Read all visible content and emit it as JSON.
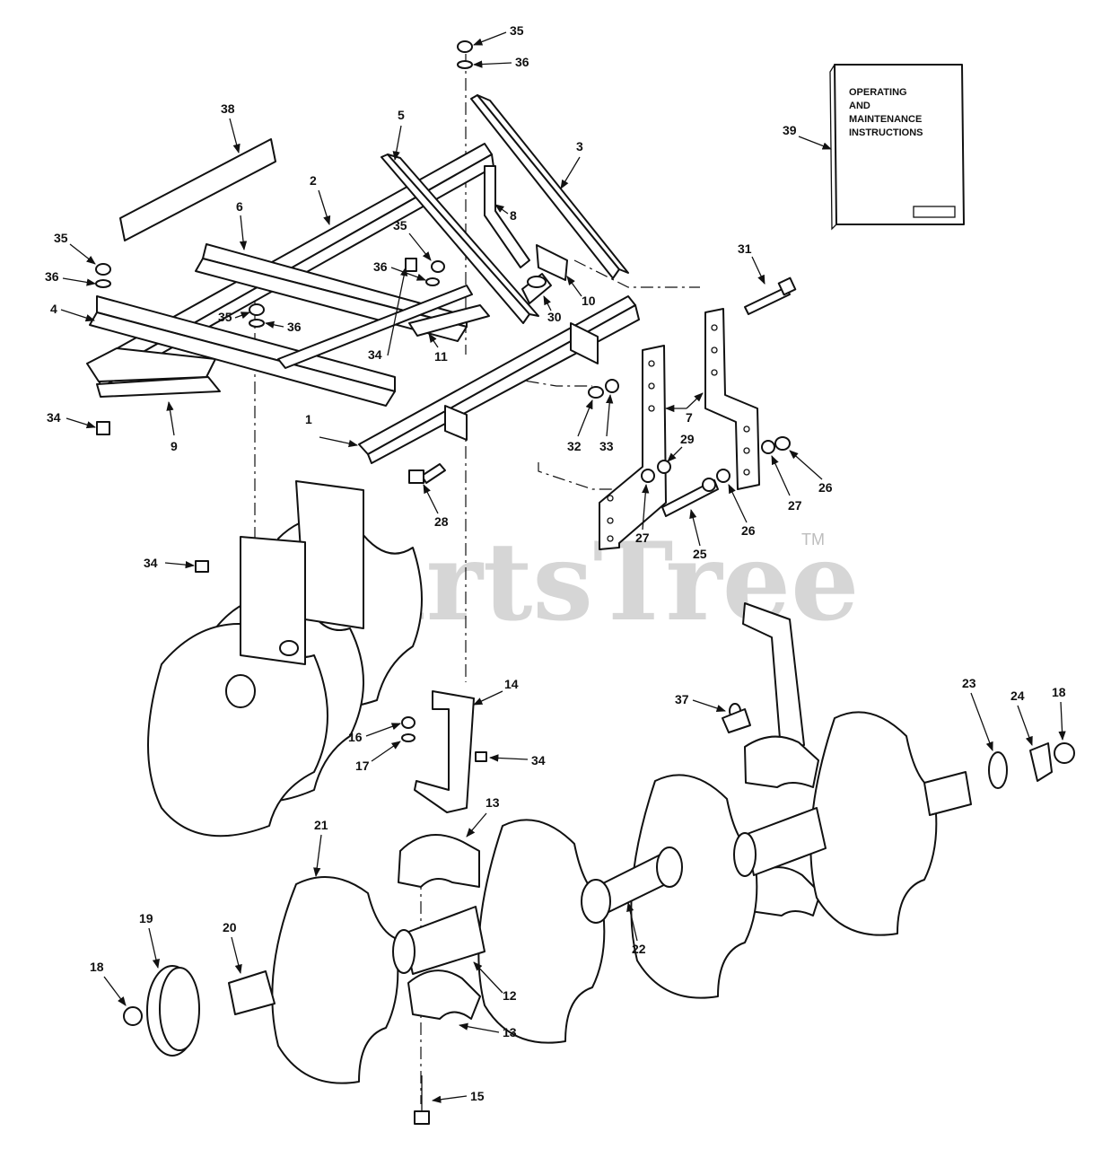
{
  "manual": {
    "title_lines": [
      "OPERATING",
      "AND",
      "MAINTENANCE",
      "INSTRUCTIONS"
    ]
  },
  "watermark": {
    "text": "PartsTree",
    "trademark": "TM"
  },
  "callouts": [
    "1",
    "2",
    "3",
    "4",
    "5",
    "6",
    "7",
    "8",
    "9",
    "10",
    "11",
    "12",
    "13",
    "14",
    "15",
    "16",
    "17",
    "18",
    "19",
    "20",
    "21",
    "22",
    "23",
    "24",
    "25",
    "26",
    "27",
    "28",
    "29",
    "30",
    "31",
    "32",
    "33",
    "34",
    "35",
    "36",
    "37",
    "38",
    "39"
  ]
}
